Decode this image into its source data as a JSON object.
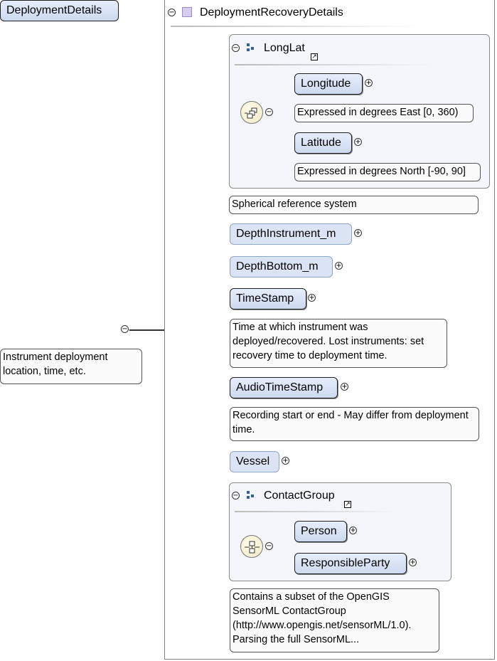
{
  "root": {
    "label": "DeploymentDetails",
    "note": "Instrument deployment location, time, etc."
  },
  "complex_type": {
    "title": "DeploymentRecoveryDetails"
  },
  "longlat": {
    "title": "LongLat",
    "longitude": {
      "label": "Longitude",
      "note": "Expressed in degrees East [0, 360)"
    },
    "latitude": {
      "label": "Latitude",
      "note": "Expressed in degrees North [-90, 90]"
    },
    "note": "Spherical reference system"
  },
  "depth_instrument": {
    "label": "DepthInstrument_m"
  },
  "depth_bottom": {
    "label": "DepthBottom_m"
  },
  "timestamp": {
    "label": "TimeStamp",
    "note": "Time at which instrument was deployed/recovered. Lost instruments: set recovery time to deployment time."
  },
  "audio_timestamp": {
    "label": "AudioTimeStamp",
    "note": "Recording start or end - May differ from deployment time."
  },
  "vessel": {
    "label": "Vessel"
  },
  "contact_group": {
    "title": "ContactGroup",
    "person": {
      "label": "Person"
    },
    "responsible_party": {
      "label": "ResponsibleParty"
    },
    "note": "Contains a subset of the OpenGIS SensorML ContactGroup (http://www.opengis.net/sensorML/1.0). Parsing the full SensorML..."
  },
  "icons": {
    "collapse": "minus-circle-icon",
    "expand": "plus-circle-icon",
    "sequence": "sequence-compositor-icon",
    "choice": "choice-compositor-icon",
    "group": "group-icon",
    "complex_type": "complex-type-icon",
    "link": "external-link-icon"
  },
  "colors": {
    "element_fill": "#d5e0f3",
    "compositor_fill": "#f6efd2",
    "group_fill": "#f4f6fb"
  }
}
